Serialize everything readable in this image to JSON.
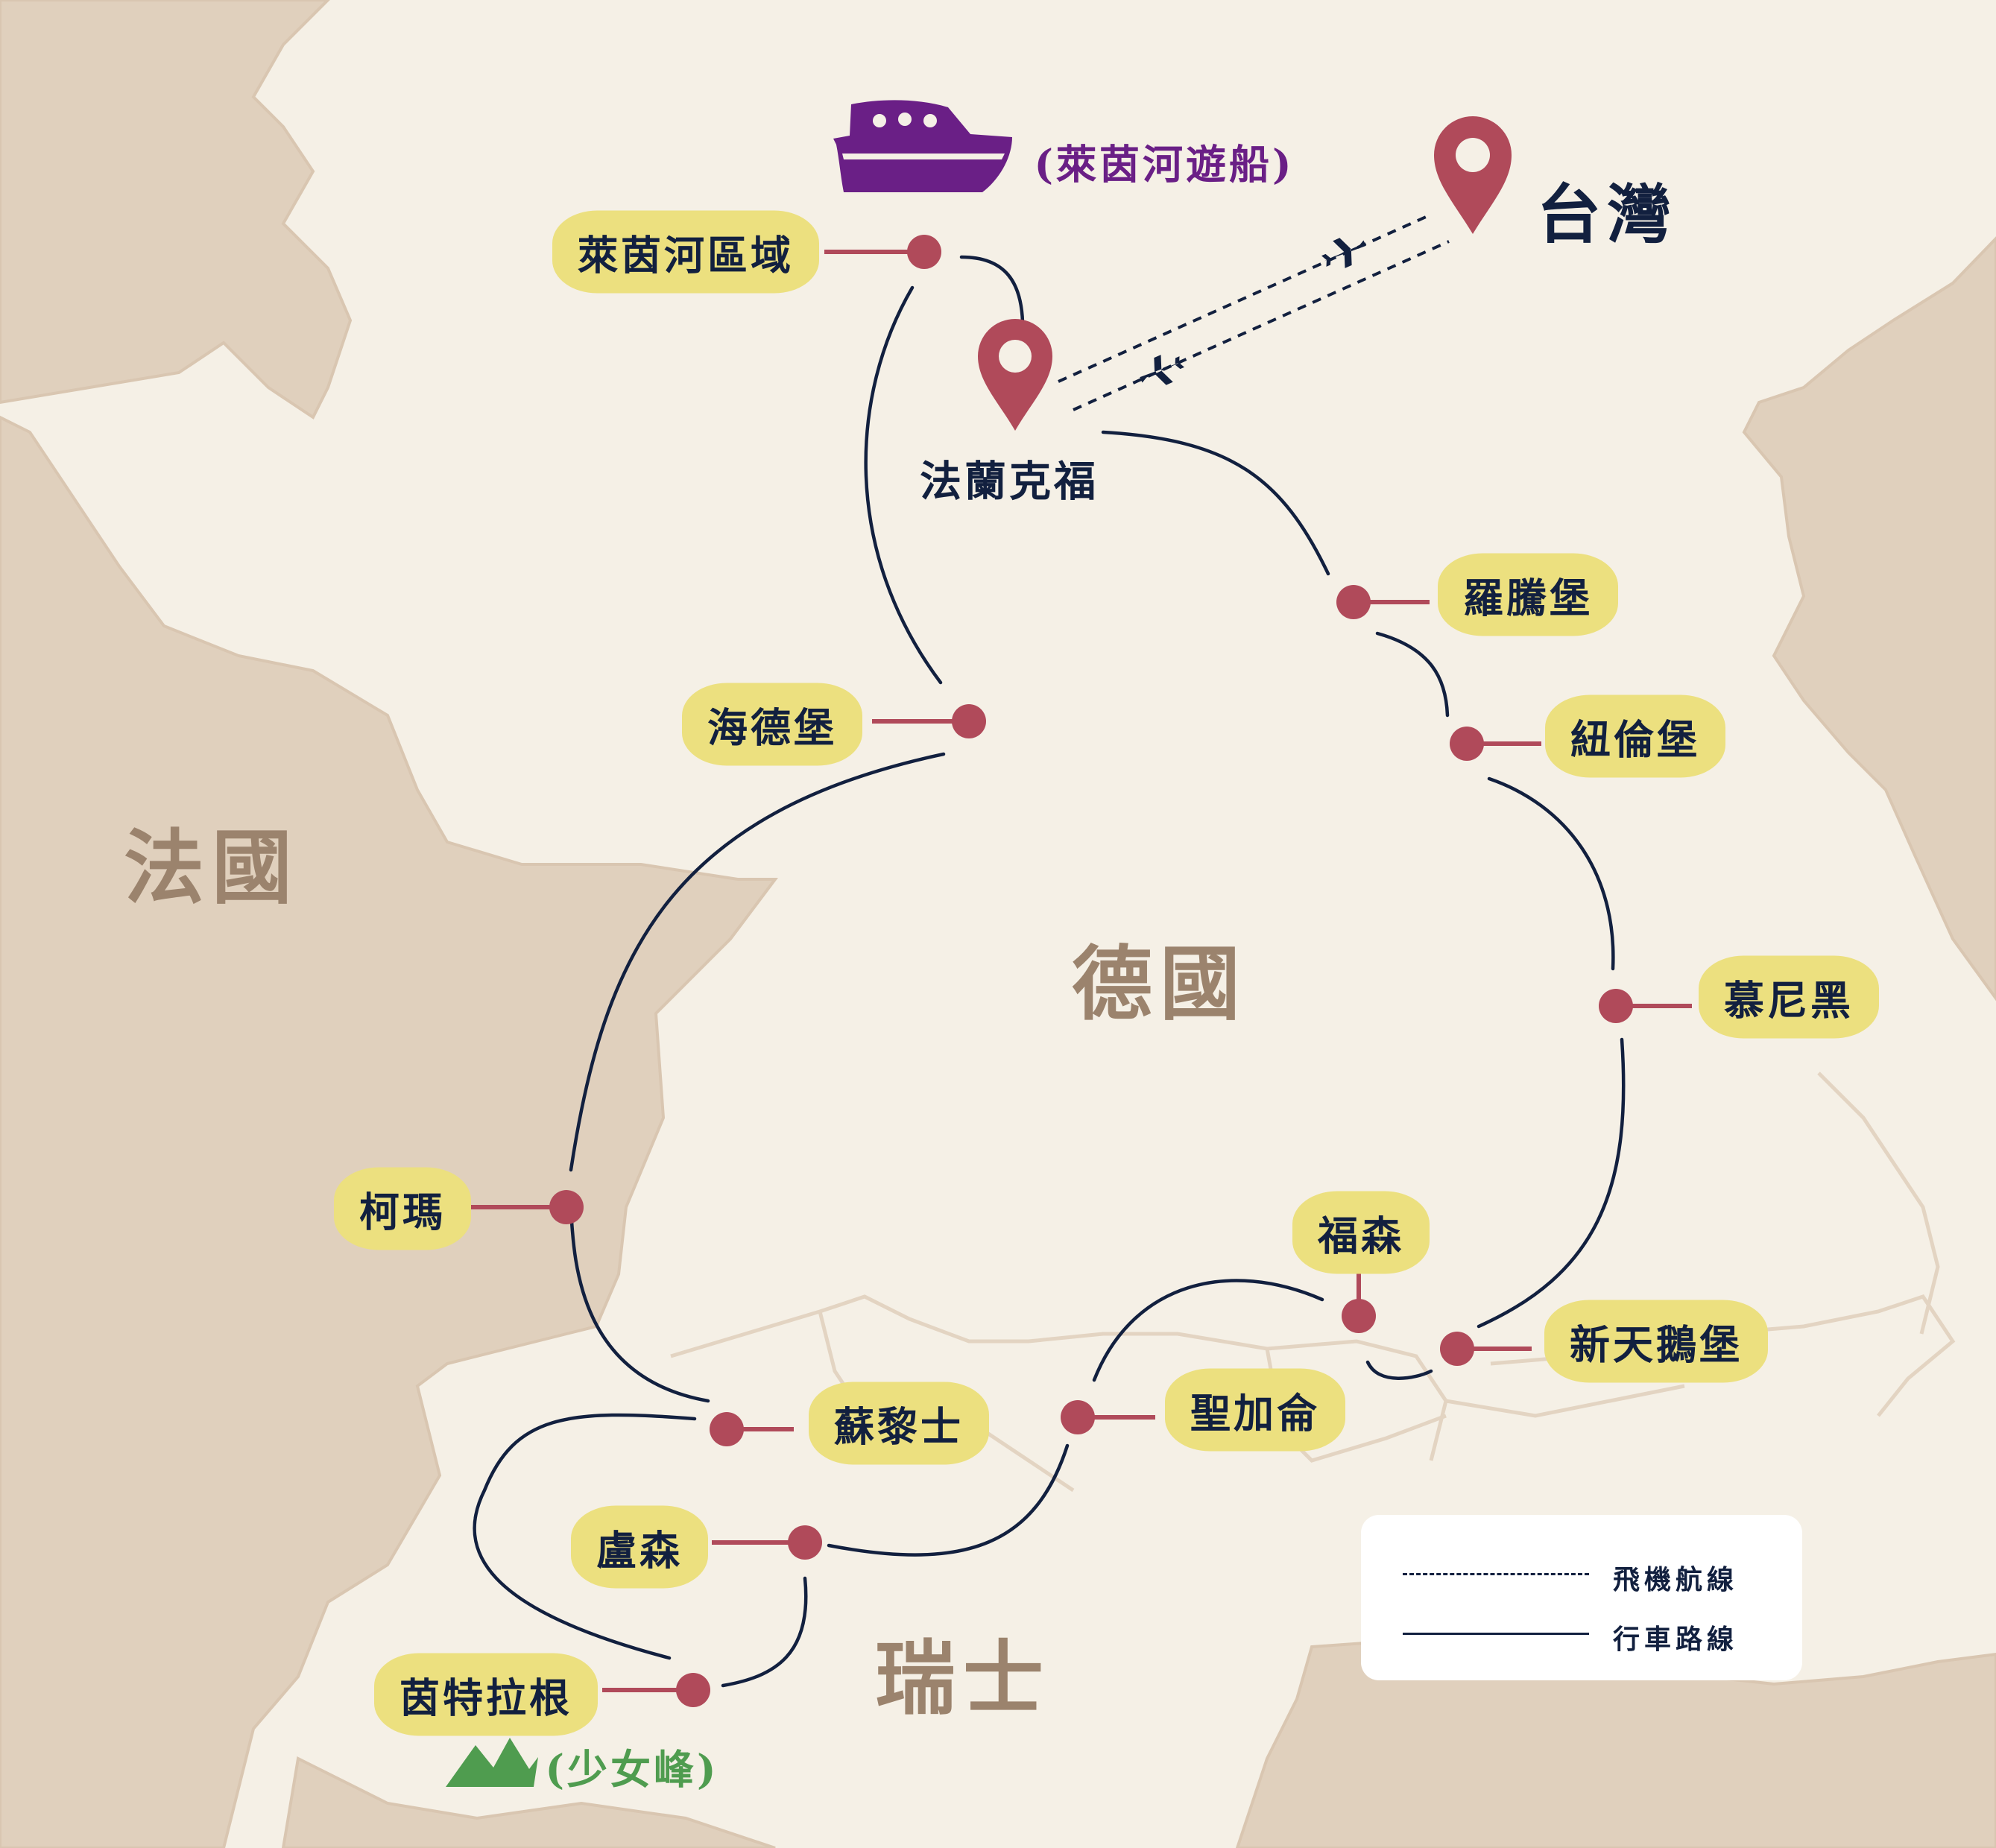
{
  "map": {
    "countries": {
      "france": "法國",
      "germany": "德國",
      "switzerland": "瑞士"
    },
    "cities": {
      "rhine_region": "萊茵河區域",
      "frankfurt": "法蘭克福",
      "taiwan": "台灣",
      "rothenburg": "羅騰堡",
      "nuremberg": "紐倫堡",
      "heidelberg": "海德堡",
      "munich": "慕尼黑",
      "colmar": "柯瑪",
      "fussen": "福森",
      "neuschwanstein": "新天鵝堡",
      "st_gallen": "聖加侖",
      "zurich": "蘇黎士",
      "lucerne": "盧森",
      "interlaken": "茵特拉根"
    },
    "annotations": {
      "rhine_cruise": "(萊茵河遊船)",
      "jungfrau": "(少女峰)"
    },
    "icons": {
      "cruise": "cruise-ship-icon",
      "mountain": "mountain-icon",
      "pin": "location-pin-icon",
      "plane": "airplane-icon"
    },
    "colors": {
      "route": "#12203f",
      "stop": "#b04a5a",
      "pill": "#ece07f",
      "cruise": "#6a1f86",
      "mountain": "#4f9c4f",
      "land": "#e0d0bd",
      "background": "#f5f0e6",
      "country_label": "#9b836d"
    }
  },
  "legend": {
    "flight": "飛機航線",
    "drive": "行車路線"
  }
}
